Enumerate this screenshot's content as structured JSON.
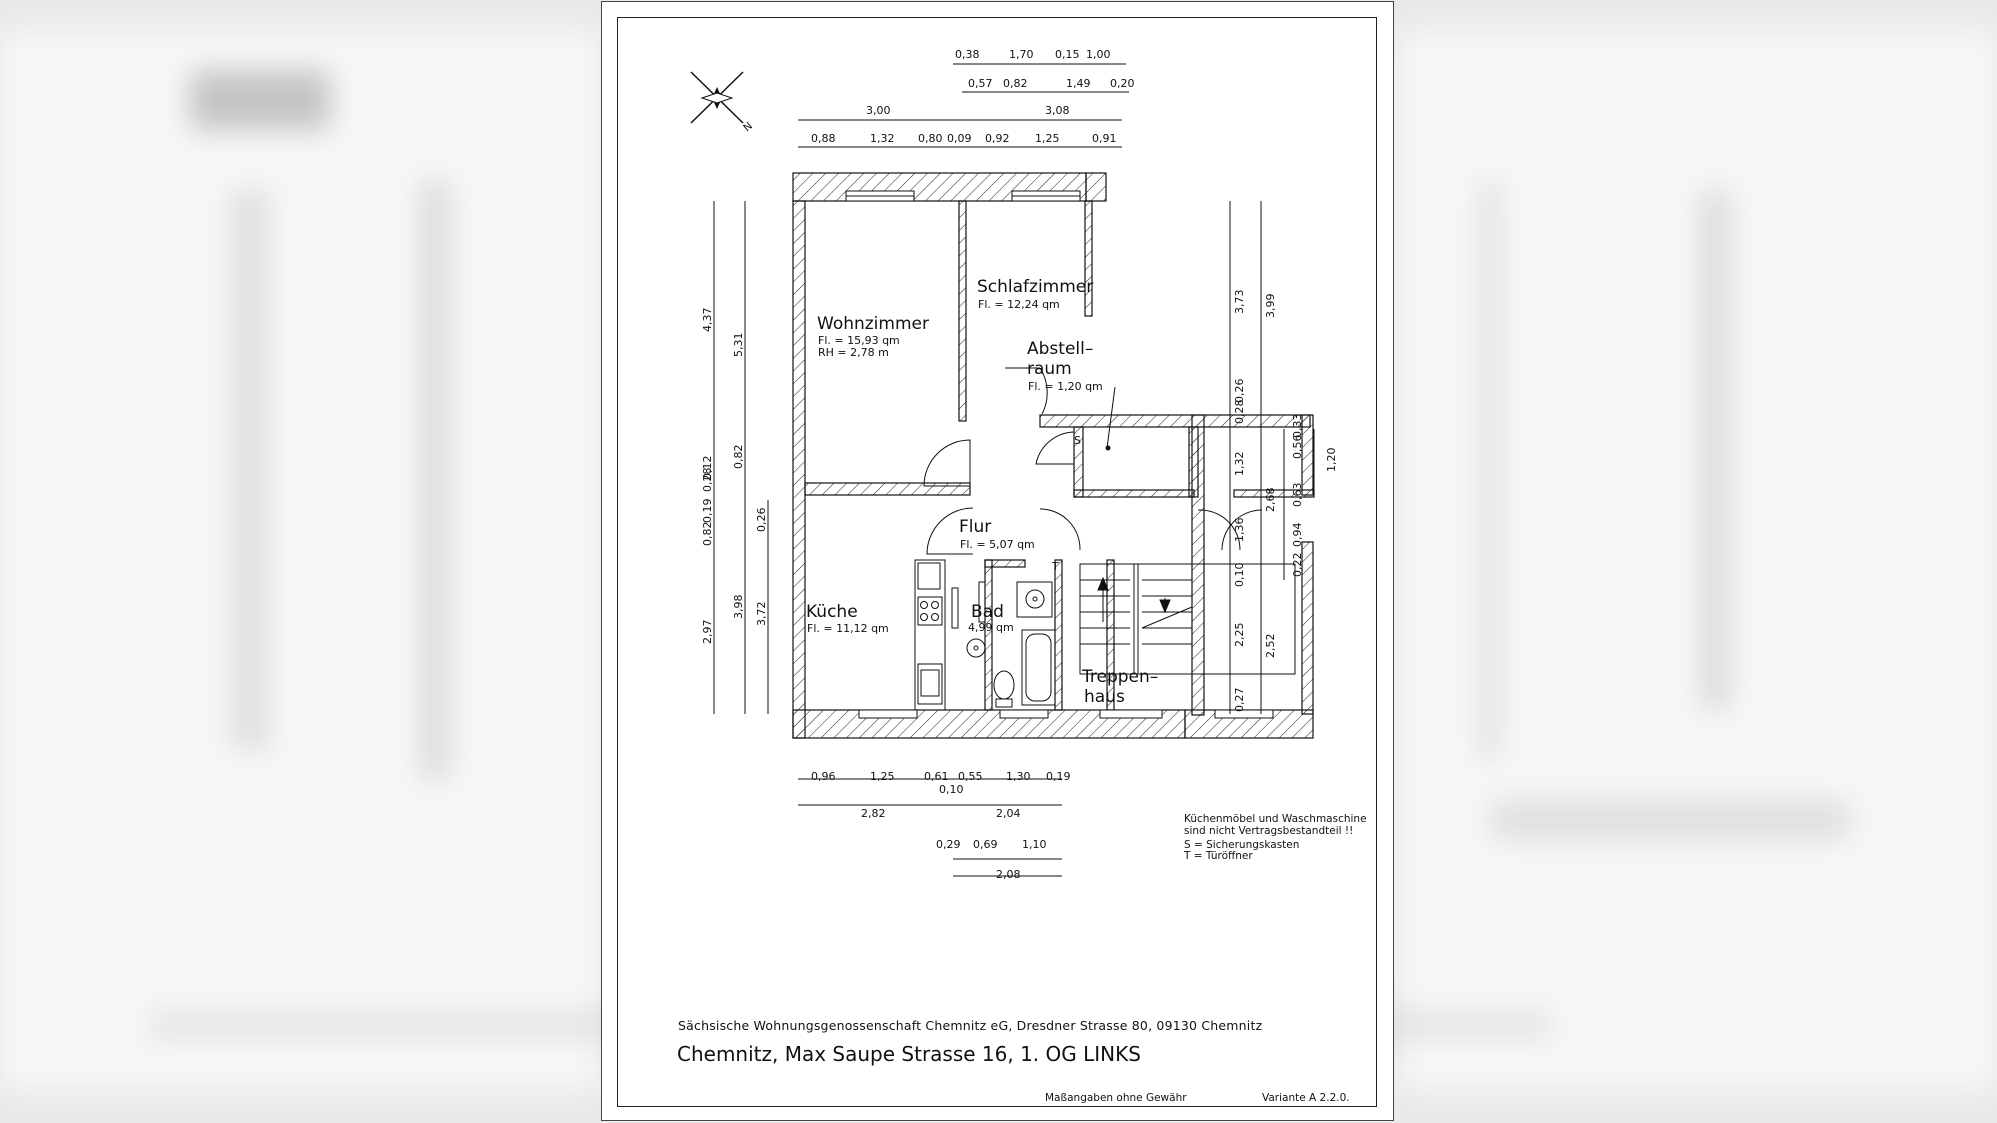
{
  "sheet": {
    "company": "Sächsische Wohnungsgenossenschaft Chemnitz eG, Dresdner Strasse 80, 09130 Chemnitz",
    "address": "Chemnitz, Max Saupe Strasse 16, 1. OG LINKS",
    "disclaimer": "Maßangaben ohne Gewähr",
    "variant": "Variante A 2.2.0.",
    "compass_label": "N"
  },
  "rooms": {
    "wohnzimmer": {
      "name": "Wohnzimmer",
      "area": "Fl. = 15,93 qm",
      "height": "RH = 2,78 m"
    },
    "schlafzimmer": {
      "name": "Schlafzimmer",
      "area": "Fl. = 12,24 qm"
    },
    "abstellraum": {
      "name1": "Abstell–",
      "name2": "raum",
      "area": "Fl. = 1,20 qm"
    },
    "flur": {
      "name": "Flur",
      "area": "Fl. = 5,07 qm"
    },
    "kueche": {
      "name": "Küche",
      "area": "Fl. = 11,12 qm"
    },
    "bad": {
      "name": "Bad",
      "area": "4,99 qm"
    },
    "treppenhaus": {
      "name1": "Treppen–",
      "name2": "haus"
    },
    "s_mark": "S",
    "t_mark": "T"
  },
  "notes": {
    "line1": "Küchenmöbel und Waschmaschine",
    "line2": "sind nicht Vertragsbestandteil !!",
    "line3": "S = Sicherungskasten",
    "line4": "T = Türöffner"
  },
  "dims_top": {
    "r1": [
      "0,38",
      "1,70",
      "0,15",
      "1,00"
    ],
    "r2": [
      "0,57",
      "0,82",
      "1,49",
      "0,20"
    ],
    "r3": [
      "3,00",
      "3,08"
    ],
    "r4": [
      "0,88",
      "1,32",
      "0,80",
      "0,09",
      "0,92",
      "1,25",
      "0,91"
    ]
  },
  "dims_bottom": {
    "r1": [
      "0,96",
      "1,25",
      "0,61",
      "0,55",
      "1,30",
      "0,19"
    ],
    "r1b": "0,10",
    "r2": [
      "2,82",
      "2,04"
    ],
    "r3": [
      "0,29",
      "0,69",
      "1,10"
    ],
    "r4": "2,08"
  },
  "dims_left": {
    "outer": [
      "4,37",
      "0,12",
      "0,28",
      "0,19",
      "0,82",
      "2,97"
    ],
    "inner": [
      "5,31",
      "0,82",
      "3,98"
    ],
    "third": [
      "0,26",
      "3,72"
    ]
  },
  "dims_right": {
    "inner": [
      "3,73",
      "0,26",
      "0,28",
      "1,32",
      "1,36",
      "0,10",
      "2,25",
      "0,27"
    ],
    "mid": [
      "3,99",
      "2,68",
      "2,52"
    ],
    "small": [
      "0,56",
      "0,33",
      "0,63",
      "0,94",
      "0,22"
    ],
    "far": "1,20"
  }
}
